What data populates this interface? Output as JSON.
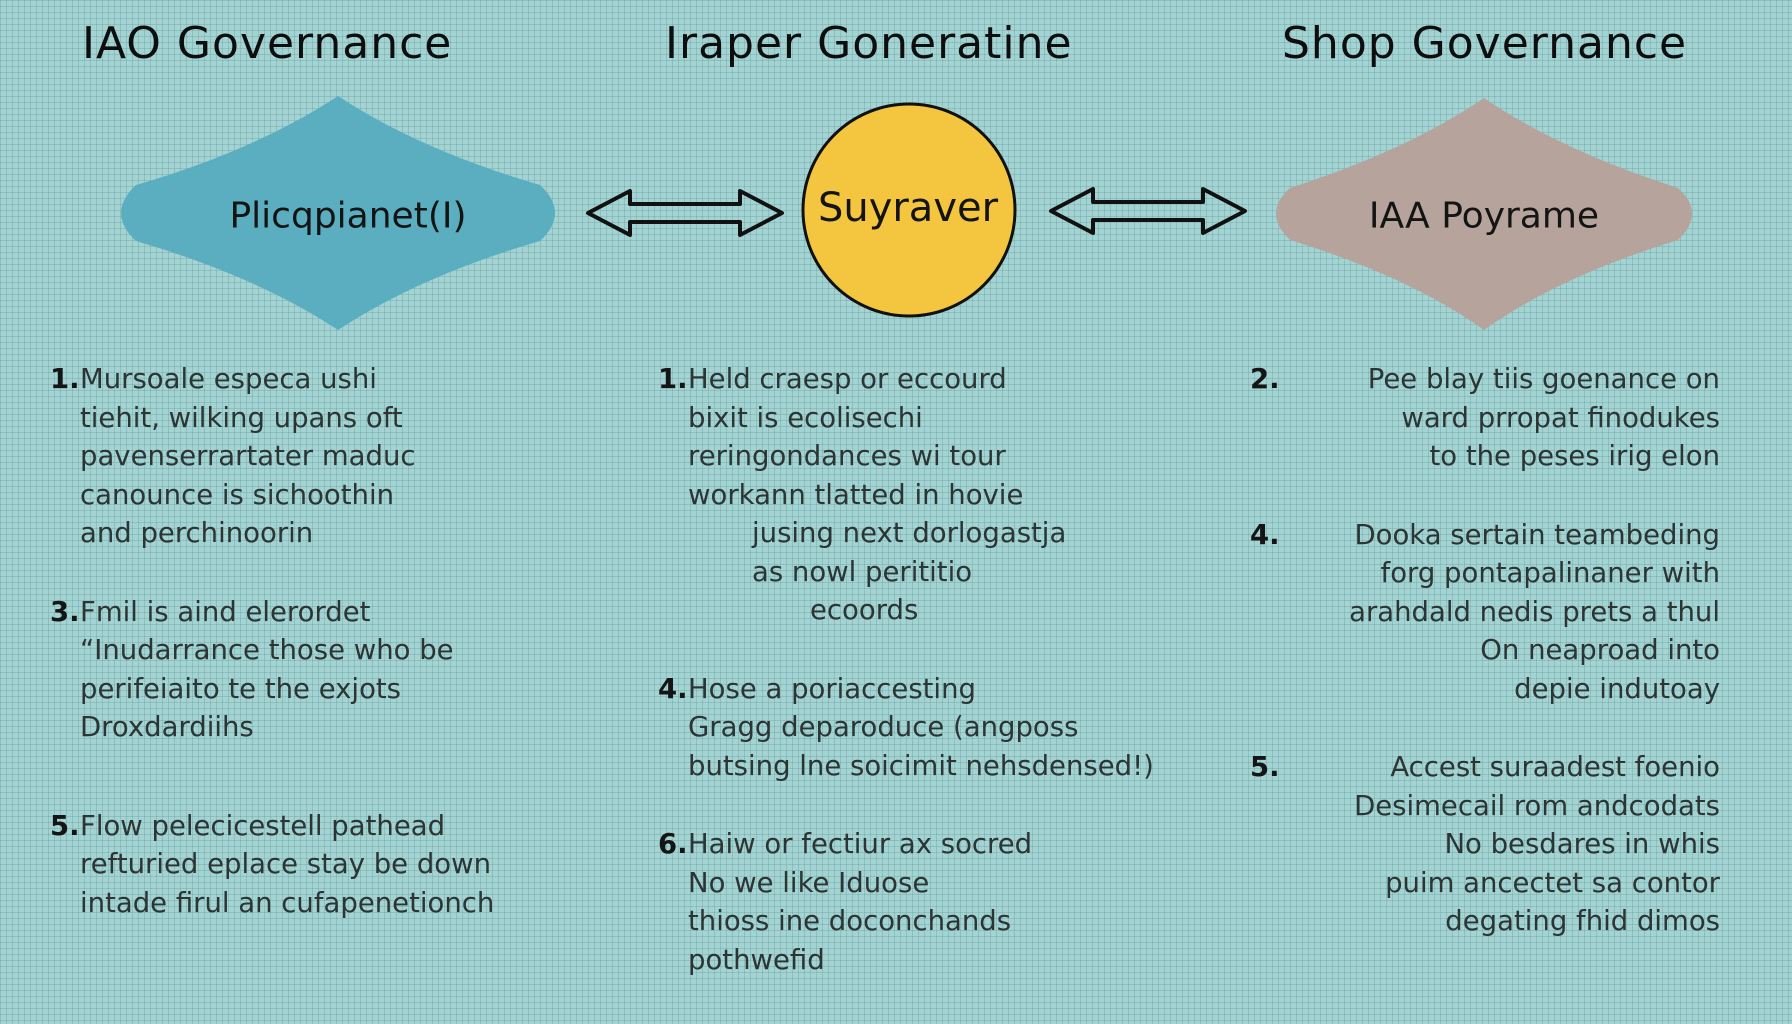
{
  "titles": {
    "left": "IAO Governance",
    "center": "Iraper Goneratine",
    "right": "Shop Governance"
  },
  "shapes": {
    "left": {
      "label": "Plicqpianet(I)",
      "color": "#5aaec0"
    },
    "center": {
      "label": "Suyraver",
      "color": "#f4c63f"
    },
    "right": {
      "label": "IAA Poyrame",
      "color": "#b5a39c"
    }
  },
  "columns": {
    "left": [
      {
        "num": "1.",
        "lines": [
          "Mursoale especa ushi",
          "tiehit, wilking upans oft",
          "pavenserrartater maduc",
          "canounce is sichoothin",
          "and perchinoorin"
        ]
      },
      {
        "num": "3.",
        "lines": [
          "Fmil is aind elerordet",
          "“Inudarrance those who be",
          "perifeiaito te the exjots",
          "Droxdardiihs"
        ]
      },
      {
        "num": "5.",
        "lines": [
          "Flow pelecicestell pathead",
          "refturied eplace stay be down",
          "intade firul an cufapenetionch"
        ]
      }
    ],
    "center": [
      {
        "num": "1.",
        "lines": [
          "Held craesp or eccourd",
          "bixit is ecolisechi",
          "reringondances wi tour",
          "workann tlatted in hovie",
          "jusing next dorlogastja",
          "as nowl perititio",
          "ecoords"
        ]
      },
      {
        "num": "4.",
        "lines": [
          "Hose a poriaccesting",
          "Gragg deparoduce (angposs",
          "butsing lne soicimit nehsdensed!)"
        ]
      },
      {
        "num": "6.",
        "lines": [
          "Haiw or fectiur ax socred",
          "No we like Iduose",
          "thioss ine doconchands",
          "pothwefid"
        ]
      }
    ],
    "right": [
      {
        "num": "2.",
        "lines": [
          "Pee blay tiis goenance on",
          "ward prropat finodukes",
          "to the peses irig elon"
        ]
      },
      {
        "num": "4.",
        "lines": [
          "Dooka sertain teambeding",
          "forg pontapalinaner with",
          "arahdald nedis prets a thul",
          "On neaproad into",
          "depie indutoay"
        ]
      },
      {
        "num": "5.",
        "lines": [
          "Accest suraadest foenio",
          "Desimecail rom andcodats",
          "No besdares in whis",
          "puim ancectet sa contor",
          "degating fhid dimos"
        ]
      }
    ]
  }
}
